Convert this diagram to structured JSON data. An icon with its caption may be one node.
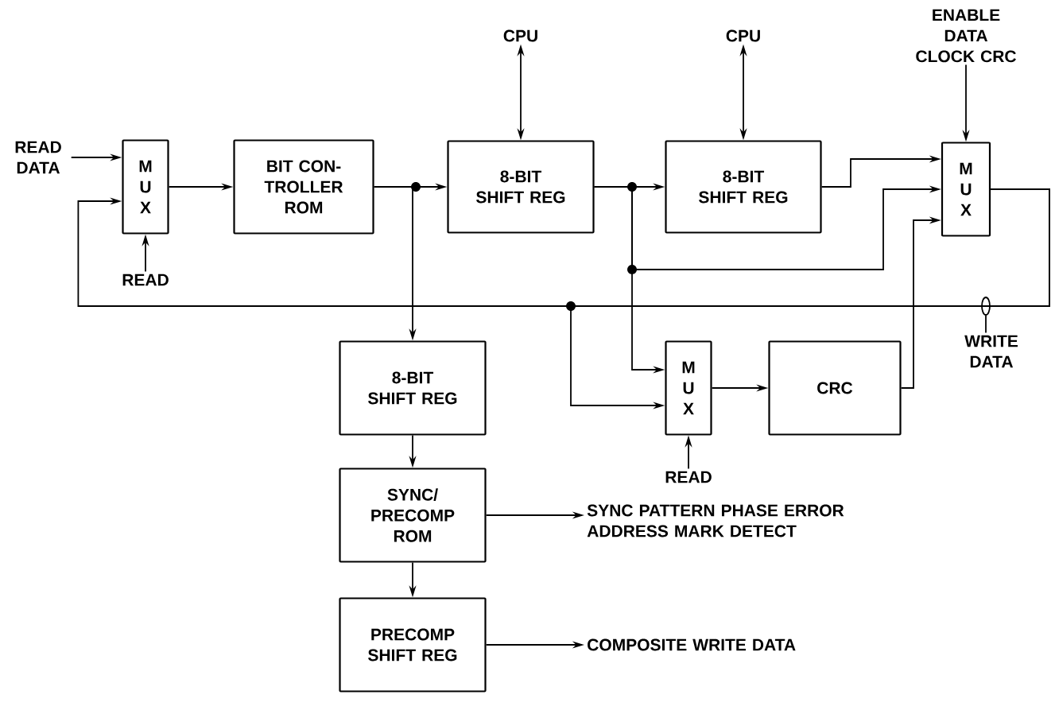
{
  "diagram": {
    "nodes": [
      {
        "text": [
          "READ DATA"
        ]
      },
      {
        "text": [
          "M U X"
        ]
      },
      {
        "text": [
          "READ"
        ]
      },
      {
        "text": [
          "BIT CON- TROLLER ROM"
        ]
      },
      {
        "text": [
          "CPU"
        ]
      },
      {
        "text": [
          "8-BIT SHIFT REG"
        ]
      },
      {
        "text": [
          "CPU"
        ]
      },
      {
        "text": [
          "8-BIT SHIFT REG"
        ]
      },
      {
        "text": [
          "ENABLE DATA CLOCK CRC"
        ]
      },
      {
        "text": [
          "M U X"
        ]
      },
      {
        "text": [
          "WRITE DATA"
        ]
      },
      {
        "text": [
          "8-BIT SHIFT REG"
        ]
      },
      {
        "text": [
          "M U X"
        ]
      },
      {
        "text": [
          "READ"
        ]
      },
      {
        "text": [
          "CRC"
        ]
      },
      {
        "text": [
          "SYNC/ PRECOMP ROM"
        ]
      },
      {
        "text": [
          "SYNC PATTERN PHASE ERROR ADDRESS MARK DETECT"
        ]
      },
      {
        "text": [
          "PRECOMP SHIFT REG"
        ]
      },
      {
        "text": [
          "COMPOSITE WRITE DATA"
        ]
      },
      {
        "text": [],
        "shape": "circle"
      }
    ],
    "edges": [
      {
        "from": 0,
        "to": 1,
        "arrow": "to"
      },
      {
        "from": 1,
        "to": 3,
        "arrow": "to"
      },
      {
        "from": 2,
        "to": 1,
        "arrow": "to"
      },
      {
        "from": 3,
        "to": 5,
        "arrow": "to"
      },
      {
        "from": 3,
        "to": 11,
        "arrow": "to"
      },
      {
        "from": 4,
        "to": 5,
        "arrow": "both"
      },
      {
        "from": 6,
        "to": 7,
        "arrow": "both"
      },
      {
        "from": 5,
        "to": 7,
        "arrow": "to"
      },
      {
        "from": 5,
        "to": 9,
        "arrow": "to"
      },
      {
        "from": 5,
        "to": 12,
        "arrow": "to"
      },
      {
        "from": 7,
        "to": 9,
        "arrow": "to"
      },
      {
        "from": 8,
        "to": 9,
        "arrow": "to"
      },
      {
        "from": 9,
        "to": 1,
        "arrow": "to"
      },
      {
        "from": 9,
        "to": 12,
        "arrow": "to"
      },
      {
        "from": 13,
        "to": 12,
        "arrow": "to"
      },
      {
        "from": 12,
        "to": 14,
        "arrow": "to"
      },
      {
        "from": 14,
        "to": 9,
        "arrow": "to"
      },
      {
        "from": 11,
        "to": 15,
        "arrow": "to"
      },
      {
        "from": 15,
        "to": 16,
        "arrow": "to"
      },
      {
        "from": 15,
        "to": 17,
        "arrow": "to"
      },
      {
        "from": 17,
        "to": 18,
        "arrow": "to"
      },
      {
        "from": 10,
        "to": 19,
        "arrow": "none"
      }
    ]
  }
}
